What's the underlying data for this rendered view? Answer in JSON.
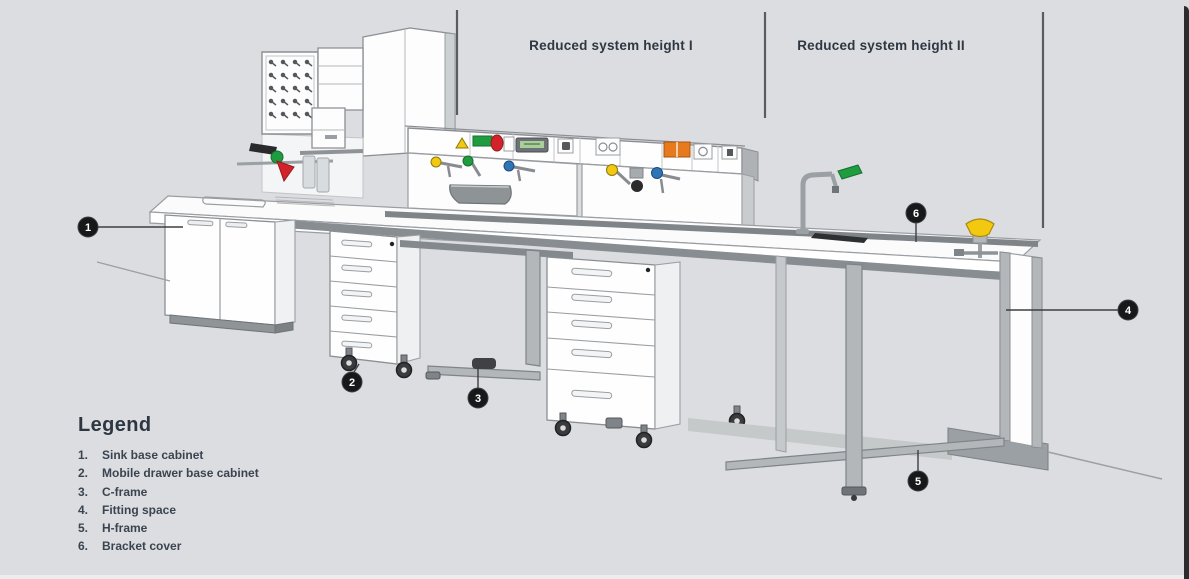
{
  "document": {
    "kind": "laboratory bench system line illustration with legend"
  },
  "headers": {
    "section1": "Reduced system height I",
    "section2": "Reduced system height II"
  },
  "legend": {
    "title": "Legend",
    "items": [
      {
        "number": "1.",
        "label": "Sink base cabinet"
      },
      {
        "number": "2.",
        "label": "Mobile drawer base cabinet"
      },
      {
        "number": "3.",
        "label": "C-frame"
      },
      {
        "number": "4.",
        "label": "Fitting space"
      },
      {
        "number": "5.",
        "label": "H-frame"
      },
      {
        "number": "6.",
        "label": "Bracket cover"
      }
    ]
  },
  "callouts": [
    {
      "number": "1"
    },
    {
      "number": "2"
    },
    {
      "number": "3"
    },
    {
      "number": "4"
    },
    {
      "number": "5"
    },
    {
      "number": "6"
    }
  ],
  "colors": {
    "background": "#dcdde0",
    "line_gray": "#8b8f93",
    "metal_gray": "#b3b7ba",
    "plinth_gray": "#9ba0a4",
    "callout_black": "#17181a",
    "text_dark": "#2e3742",
    "accent_green": "#1f9c3f",
    "accent_red": "#d2232a",
    "accent_yellow": "#f2c811",
    "accent_blue": "#2f74b5",
    "accent_orange": "#e87a1e"
  }
}
